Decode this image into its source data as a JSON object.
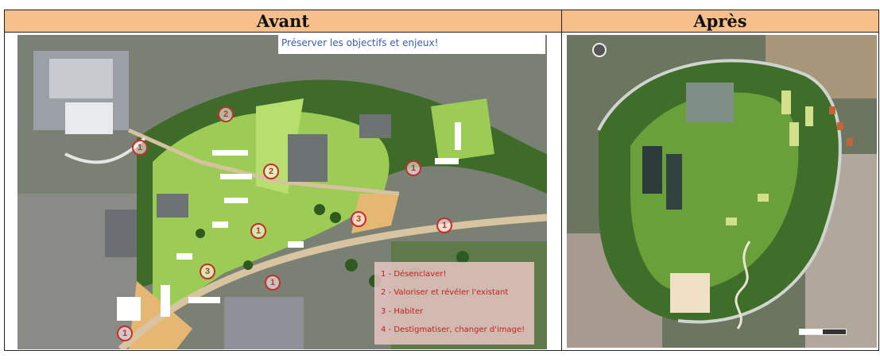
{
  "table": {
    "headers": [
      "Avant",
      "Après"
    ]
  },
  "left_image": {
    "banner": "Préserver les objectifs et enjeux!",
    "legend": [
      "1 - Désenclaver!",
      "2 - Valoriser et révéler l'existant",
      "3 - Habiter",
      "4 - Destigmatiser, changer d'image!"
    ],
    "markers": [
      "1",
      "2",
      "1",
      "2",
      "1",
      "3",
      "3",
      "1",
      "1",
      "1"
    ],
    "colors": {
      "legend_text": "#c21e1e",
      "banner_text": "#3b5bb5",
      "header_bg": "#f7c08a"
    }
  },
  "right_image": {
    "icon": "compass-icon"
  }
}
